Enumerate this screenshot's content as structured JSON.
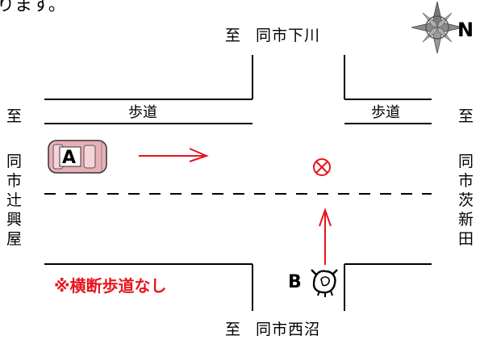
{
  "top_fragment": "ります。",
  "compass": {
    "label": "N",
    "icon": "compass-rose-icon"
  },
  "roads": {
    "north": {
      "prefix": "至",
      "name": "同市下川"
    },
    "south": {
      "prefix": "至",
      "name": "同市西沼"
    },
    "west": {
      "prefix": "至",
      "chars": [
        "同",
        "市",
        "辻",
        "興",
        "屋"
      ]
    },
    "east": {
      "prefix": "至",
      "chars": [
        "同",
        "市",
        "茨",
        "新",
        "田"
      ]
    }
  },
  "sidewalk": {
    "left": "歩道",
    "right": "歩道"
  },
  "vehicle_a": {
    "label": "A",
    "icon": "car-icon",
    "color": "#e8b0b6"
  },
  "vehicle_b": {
    "label": "B",
    "icon": "motorcycle-icon"
  },
  "collision": {
    "icon": "collision-point-icon"
  },
  "note": "※横断歩道なし",
  "colors": {
    "accent": "#e8141c"
  }
}
